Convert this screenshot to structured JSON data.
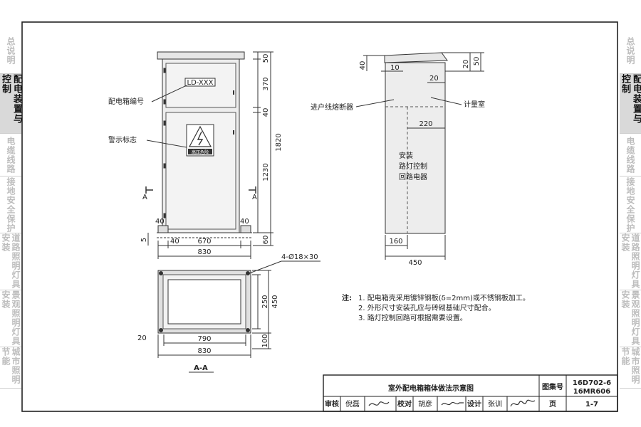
{
  "side_tabs": {
    "left": [
      {
        "id": "general",
        "label": "总说明",
        "active": false
      },
      {
        "id": "control",
        "label": "配电装置与控制",
        "active": true
      },
      {
        "id": "cable",
        "label": "电缆线路",
        "active": false
      },
      {
        "id": "earthing",
        "label": "接地安全保护",
        "active": false
      },
      {
        "id": "road",
        "label": "道路照明灯具安装",
        "active": false
      },
      {
        "id": "landscape",
        "label": "景观照明灯具安装",
        "active": false
      },
      {
        "id": "saving",
        "label": "城市照明节能",
        "active": false
      }
    ],
    "right": [
      {
        "id": "general",
        "label": "总说明",
        "active": false
      },
      {
        "id": "control",
        "label": "配电装置与控制",
        "active": true
      },
      {
        "id": "cable",
        "label": "电缆线路",
        "active": false
      },
      {
        "id": "earthing",
        "label": "接地安全保护",
        "active": false
      },
      {
        "id": "road",
        "label": "道路照明灯具安装",
        "active": false
      },
      {
        "id": "landscape",
        "label": "景观照明灯具安装",
        "active": false
      },
      {
        "id": "saving",
        "label": "城市照明节能",
        "active": false
      }
    ]
  },
  "front_view": {
    "nameplate_text": "LD-XXX",
    "label_box_number": "配电箱编号",
    "label_warning_sign": "警示标志",
    "warning_plate_text": "高压危险",
    "section_mark": "A",
    "dims": {
      "top_50": "50",
      "top_370": "370",
      "top_40": "40",
      "total_1820": "1820",
      "lower_1230": "1230",
      "base_60": "60",
      "side_5": "5",
      "left_40": "40",
      "right_40": "40",
      "bottom_40": "40",
      "width_670": "670",
      "width_830": "830"
    }
  },
  "side_view": {
    "label_fuse": "进户线熔断器",
    "label_meter": "计量室",
    "label_control": [
      "安装",
      "路灯控制",
      "回路电器"
    ],
    "dims": {
      "d40": "40",
      "d10": "10",
      "d20a": "20",
      "d20b": "20",
      "d50": "50",
      "d220": "220",
      "d160": "160",
      "d450": "450"
    }
  },
  "section_view": {
    "holes_label": "4-Ø18×30",
    "dims": {
      "d20": "20",
      "d790": "790",
      "d830": "830",
      "d250": "250",
      "d450": "450",
      "d100": "100"
    },
    "title": "A-A"
  },
  "notes": {
    "prefix": "注:",
    "items": [
      "1.  配电箱壳采用镀锌钢板(δ=2mm)或不锈钢板加工。",
      "2.  外形尺寸安装孔应与砖砌基础尺寸配合。",
      "3.  路灯控制回路可根据需要设置。"
    ]
  },
  "title_block": {
    "title": "室外配电箱箱体做法示意图",
    "atlas_label": "图集号",
    "atlas_no_1": "16D702-6",
    "atlas_no_2": "16MR606",
    "review_label": "审核",
    "review_name": "倪磊",
    "check_label": "校对",
    "check_name": "胡彦",
    "design_label": "设计",
    "design_name": "张训",
    "page_label": "页",
    "page_no": "1-7"
  }
}
